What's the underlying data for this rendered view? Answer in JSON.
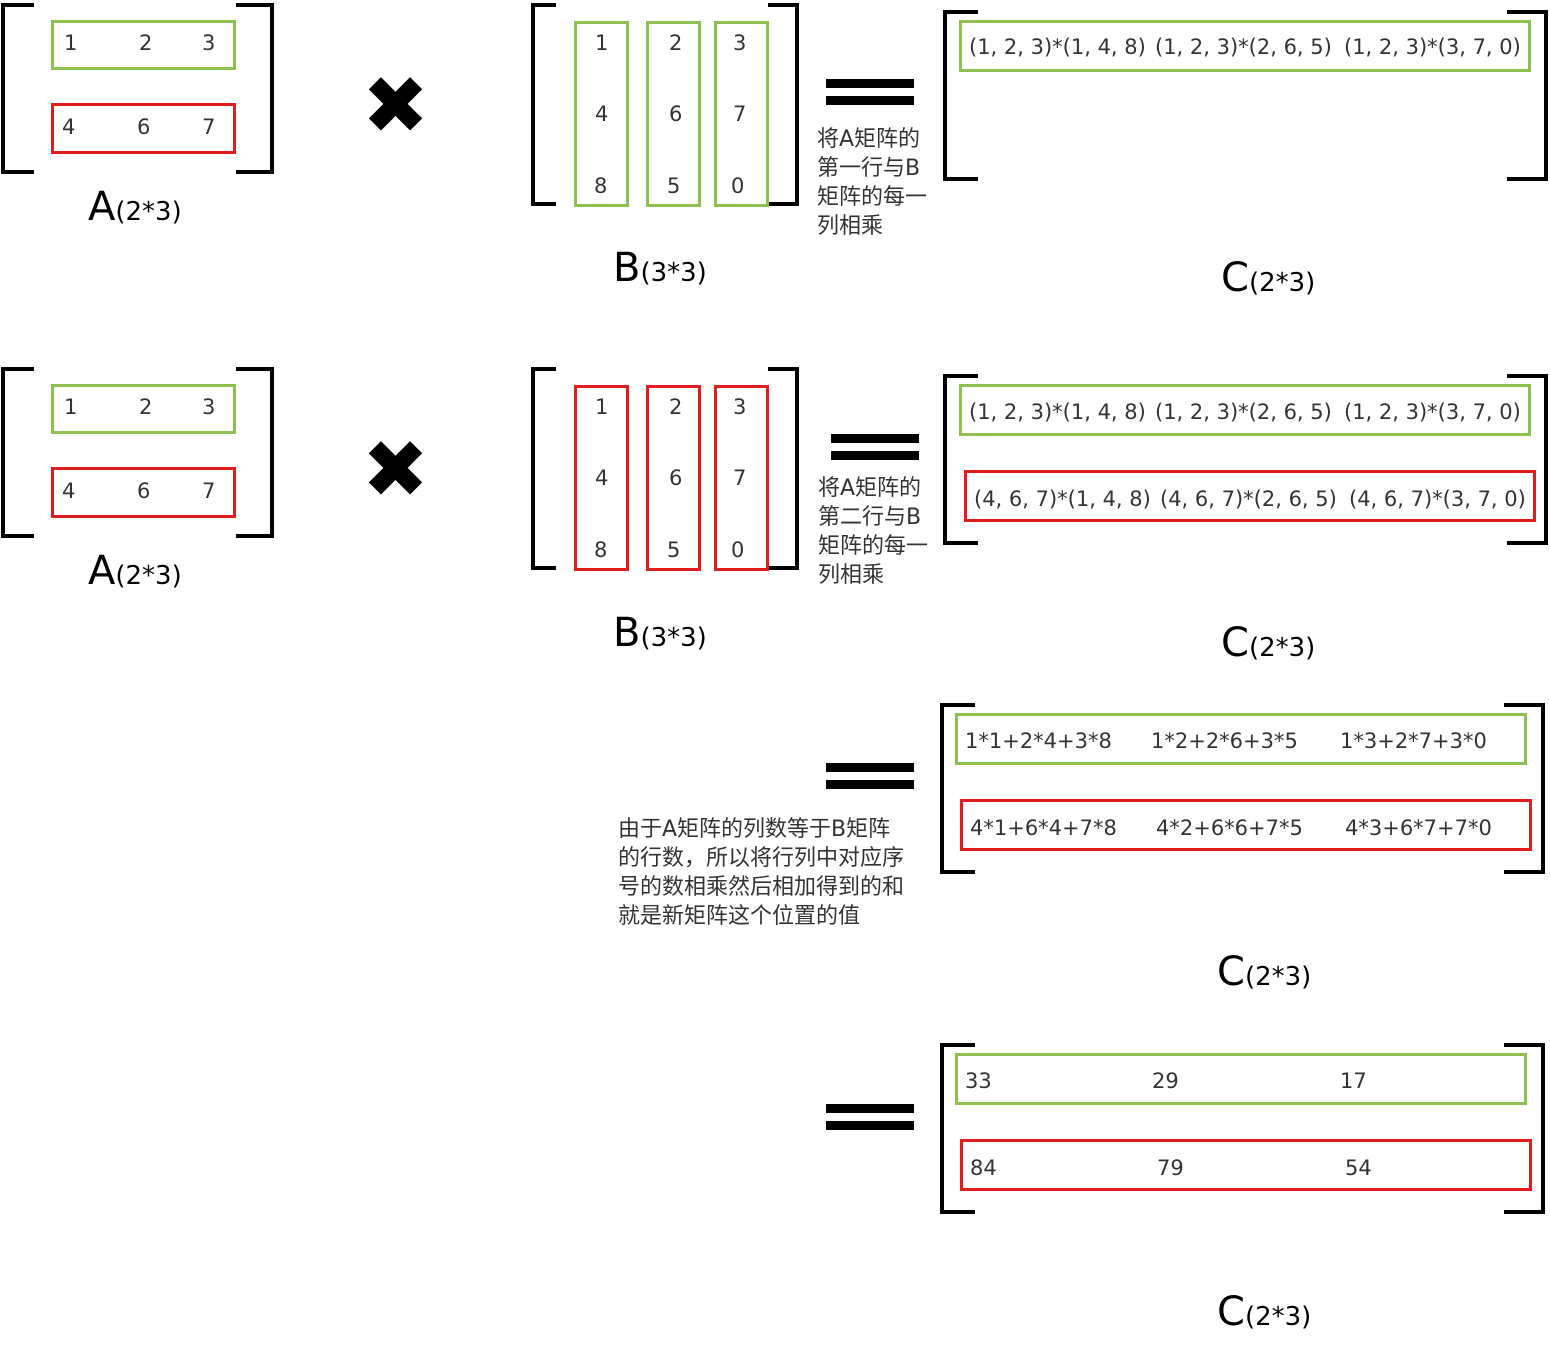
{
  "colors": {
    "first_row": "#8cc152",
    "second_row": "#e21d1d",
    "bracket": "#000000"
  },
  "matrix_a": {
    "row1": [
      "1",
      "2",
      "3"
    ],
    "row2": [
      "4",
      "6",
      "7"
    ],
    "label_letter": "A",
    "label_dims": "(2*3)"
  },
  "matrix_b": {
    "col1": [
      "1",
      "4",
      "8"
    ],
    "col2": [
      "2",
      "6",
      "5"
    ],
    "col3": [
      "3",
      "7",
      "0"
    ],
    "label_letter": "B",
    "label_dims": "(3*3)"
  },
  "matrix_c": {
    "label_letter": "C",
    "label_dims": "(2*3)"
  },
  "operators": {
    "times": "✖"
  },
  "step1": {
    "note": "将A矩阵的第一行与B矩阵的每一列相乘",
    "row1": [
      "(1, 2, 3)*(1, 4, 8)",
      "(1, 2, 3)*(2, 6, 5)",
      "(1, 2, 3)*(3, 7, 0)"
    ]
  },
  "step2": {
    "note": "将A矩阵的第二行与B矩阵的每一列相乘",
    "row1": [
      "(1, 2, 3)*(1, 4, 8)",
      "(1, 2, 3)*(2, 6, 5)",
      "(1, 2, 3)*(3, 7, 0)"
    ],
    "row2": [
      "(4, 6, 7)*(1, 4, 8)",
      "(4, 6, 7)*(2, 6, 5)",
      "(4, 6, 7)*(3, 7, 0)"
    ]
  },
  "step3": {
    "note": "由于A矩阵的列数等于B矩阵的行数，所以将行列中对应序号的数相乘然后相加得到的和就是新矩阵这个位置的值",
    "row1": [
      "1*1+2*4+3*8",
      "1*2+2*6+3*5",
      "1*3+2*7+3*0"
    ],
    "row2": [
      "4*1+6*4+7*8",
      "4*2+6*6+7*5",
      "4*3+6*7+7*0"
    ]
  },
  "step4": {
    "row1": [
      "33",
      "29",
      "17"
    ],
    "row2": [
      "84",
      "79",
      "54"
    ]
  }
}
